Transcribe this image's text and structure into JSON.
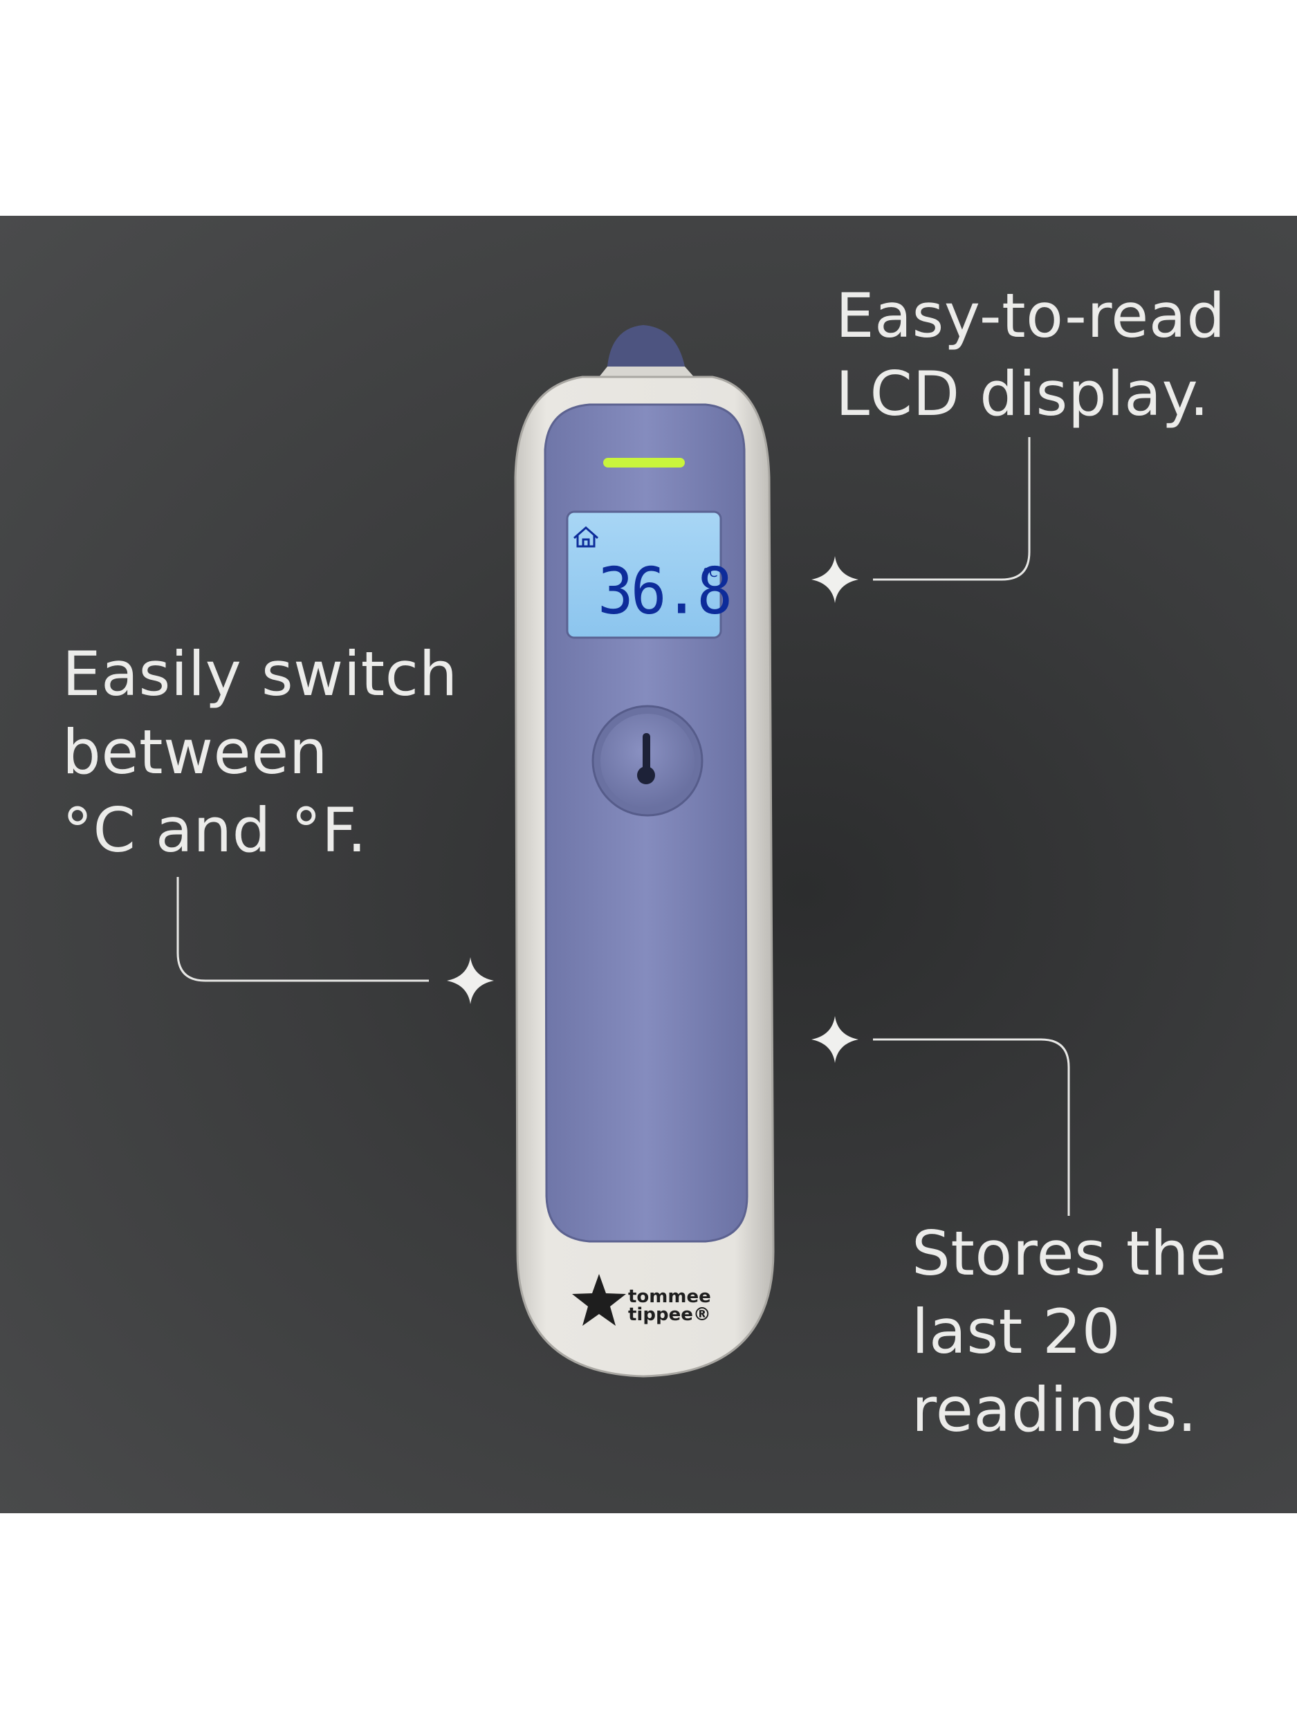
{
  "captions": {
    "lcd": "Easy-to-read\nLCD display.",
    "switch": "Easily switch\nbetween\n°C and °F.",
    "stores": "Stores the\nlast 20\nreadings."
  },
  "device": {
    "display_temperature": "36.8",
    "display_unit": "°C",
    "brand_line1": "tommee",
    "brand_line2": "tippee®"
  },
  "colors": {
    "background": "#3b3c3d",
    "device_body": "#e4e2dd",
    "device_panel": "#7f86b8",
    "lcd_backlight": "#9fd0f2",
    "indicator_led": "#c9f53c",
    "caption_text": "#ececea"
  },
  "icons": [
    "home-icon",
    "thermometer-icon",
    "sparkle-icon",
    "star-logo-icon"
  ]
}
